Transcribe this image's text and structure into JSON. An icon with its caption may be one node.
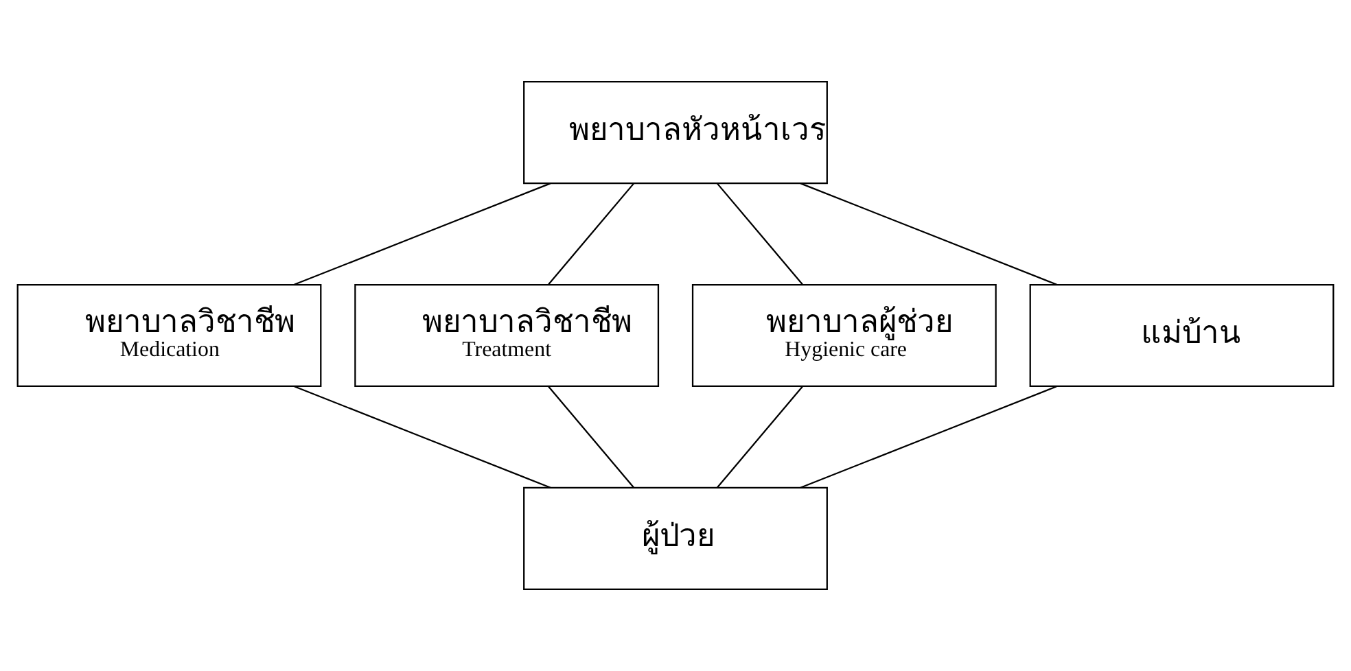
{
  "diagram": {
    "nodes": [
      {
        "text": [
          "พยาบาลหัวหน้าเวร"
        ]
      },
      {
        "text": [
          "พยาบาลวิชาชีพ",
          "Medication"
        ]
      },
      {
        "text": [
          "พยาบาลวิชาชีพ",
          "Treatment"
        ]
      },
      {
        "text": [
          "พยาบาลผู้ช่วย",
          "Hygienic care"
        ]
      },
      {
        "text": [
          "แม่บ้าน"
        ]
      },
      {
        "text": [
          "ผู้ป่วย"
        ]
      }
    ],
    "edges": [
      {
        "from": 0,
        "to": 1,
        "arrow": "none"
      },
      {
        "from": 0,
        "to": 2,
        "arrow": "none"
      },
      {
        "from": 0,
        "to": 3,
        "arrow": "none"
      },
      {
        "from": 0,
        "to": 4,
        "arrow": "none"
      },
      {
        "from": 1,
        "to": 5,
        "arrow": "none"
      },
      {
        "from": 2,
        "to": 5,
        "arrow": "none"
      },
      {
        "from": 3,
        "to": 5,
        "arrow": "none"
      },
      {
        "from": 4,
        "to": 5,
        "arrow": "none"
      }
    ]
  }
}
